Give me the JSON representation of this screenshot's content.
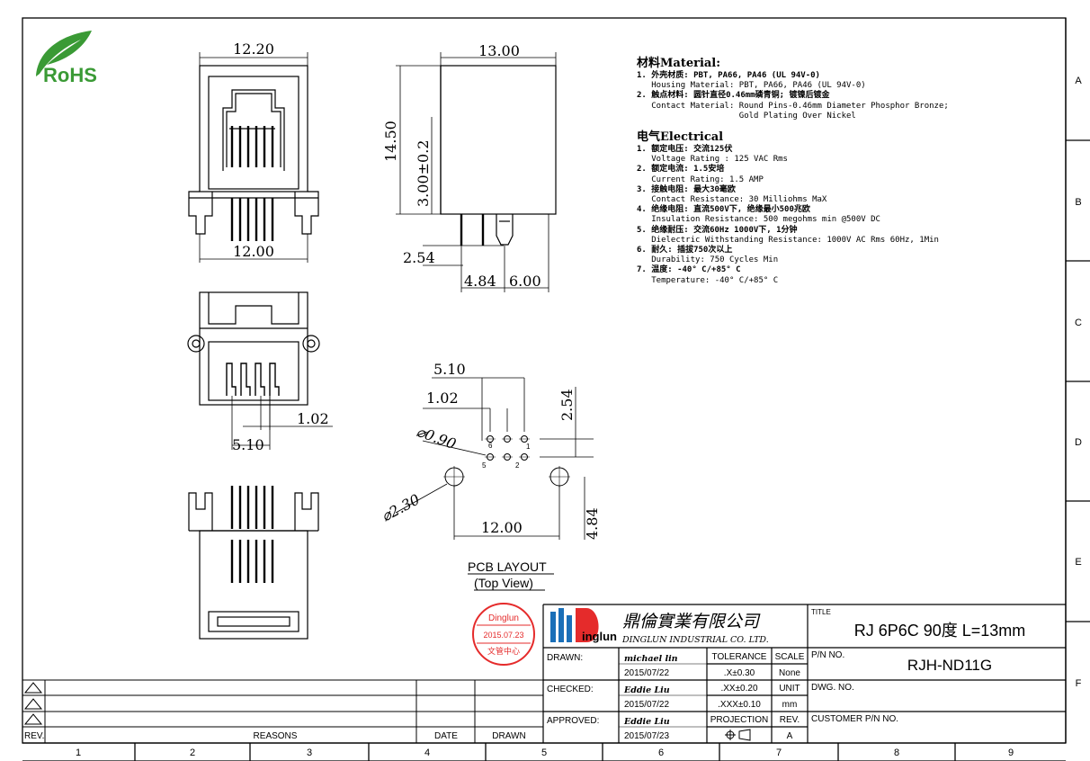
{
  "logo": {
    "rohs": "RoHS"
  },
  "dims": {
    "w1220": "12.20",
    "w1200_top": "12.00",
    "w1300": "13.00",
    "h1450": "14.50",
    "h300": "3.00±0.2",
    "d254_side": "2.54",
    "d484_side": "4.84",
    "d600": "6.00",
    "d102_front": "1.02",
    "d510_front": "5.10",
    "pcb_510": "5.10",
    "pcb_102": "1.02",
    "pcb_254": "2.54",
    "pcb_090": "⌀0.90",
    "pcb_230": "⌀2.30",
    "pcb_1200": "12.00",
    "pcb_484": "4.84",
    "pin1": "1",
    "pin2": "2",
    "pin5": "5",
    "pin6": "6"
  },
  "pcb_label": {
    "line1": "PCB LAYOUT",
    "line2": "(Top View)"
  },
  "spec": {
    "material_title": "材料Material:",
    "m1_cn": "1. 外壳材质: PBT, PA66, PA46 (UL 94V-0)",
    "m1_en": "   Housing Material: PBT, PA66, PA46 (UL 94V-0)",
    "m2_cn": "2. 触点材料: 圆针直径0.46mm磷青铜; 镀镍后镀金",
    "m2_en": "   Contact Material: Round Pins-0.46mm Diameter Phosphor Bronze;",
    "m2_en2": "                     Gold Plating Over Nickel",
    "electrical_title": "电气Electrical",
    "e1_cn": "1. 额定电压: 交流125伏",
    "e1_en": "   Voltage Rating : 125 VAC Rms",
    "e2_cn": "2. 额定电流: 1.5安培",
    "e2_en": "   Current Rating: 1.5 AMP",
    "e3_cn": "3. 接触电阻: 最大30毫欧",
    "e3_en": "   Contact Resistance: 30 Milliohms MaX",
    "e4_cn": "4. 绝缘电阻: 直流500V下, 绝缘最小500兆欧",
    "e4_en": "   Insulation Resistance: 500 megohms min @500V DC",
    "e5_cn": "5. 绝缘耐压: 交流60Hz 1000V下, 1分钟",
    "e5_en": "   Dielectric Withstanding Resistance: 1000V AC Rms 60Hz, 1Min",
    "e6_cn": "6. 耐久: 插拔750次以上",
    "e6_en": "   Durability: 750 Cycles Min",
    "e7_cn": "7. 温度: -40° C/+85° C",
    "e7_en": "   Temperature: -40° C/+85° C"
  },
  "stamp": {
    "line1": "Dinglun",
    "line2": "2015.07.23",
    "line3": "文管中心"
  },
  "company": {
    "cn": "鼎倫實業有限公司",
    "en": "DINGLUN INDUSTRIAL CO. LTD.",
    "logo_text": "inglun"
  },
  "title_block": {
    "title_label": "TITLE",
    "title": "RJ 6P6C 90度 L=13mm",
    "pn_label": "P/N NO.",
    "pn": "RJH-ND11G",
    "dwg_label": "DWG. NO.",
    "customer_label": "CUSTOMER P/N NO.",
    "drawn_label": "DRAWN:",
    "drawn_name": "michael lin",
    "drawn_date": "2015/07/22",
    "checked_label": "CHECKED:",
    "checked_name": "Eddie Liu",
    "checked_date": "2015/07/22",
    "approved_label": "APPROVED:",
    "approved_name": "Eddie Liu",
    "approved_date": "2015/07/23",
    "tolerance_label": "TOLERANCE",
    "tol1": ".X±0.30",
    "tol2": ".XX±0.20",
    "tol3": ".XXX±0.10",
    "scale_label": "SCALE",
    "scale": "None",
    "unit_label": "UNIT",
    "unit": "mm",
    "projection_label": "PROJECTION",
    "rev_label": "REV.",
    "rev": "A"
  },
  "revision_table": {
    "rev": "REV.",
    "reasons": "REASONS",
    "date": "DATE",
    "drawn": "DRAWN"
  },
  "grid": {
    "cols": [
      "1",
      "2",
      "3",
      "4",
      "5",
      "6",
      "7",
      "8",
      "9"
    ],
    "rows": [
      "A",
      "B",
      "C",
      "D",
      "E",
      "F"
    ]
  }
}
